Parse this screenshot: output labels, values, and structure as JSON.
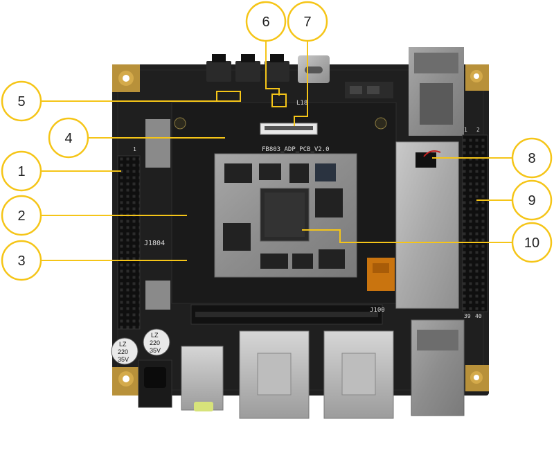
{
  "diagram": {
    "callout_color": "#F5C518",
    "board_color": "#1e1e1e",
    "callouts": [
      {
        "id": "1",
        "label": "1"
      },
      {
        "id": "2",
        "label": "2"
      },
      {
        "id": "3",
        "label": "3"
      },
      {
        "id": "4",
        "label": "4"
      },
      {
        "id": "5",
        "label": "5"
      },
      {
        "id": "6",
        "label": "6"
      },
      {
        "id": "7",
        "label": "7"
      },
      {
        "id": "8",
        "label": "8"
      },
      {
        "id": "9",
        "label": "9"
      },
      {
        "id": "10",
        "label": "10"
      }
    ],
    "board_markings": {
      "pcb_name": "FB803_ADP_PCB_V2.0",
      "header_left": "J1804",
      "slot_label": "J100",
      "pin_1": "1",
      "pin_2": "2",
      "pin_39": "39",
      "pin_40": "40",
      "cap1": [
        "LZ",
        "220",
        "35V"
      ],
      "cap2": [
        "LZ",
        "220",
        "35V"
      ],
      "l18x": "L18",
      "pin_left_1": "1"
    }
  }
}
